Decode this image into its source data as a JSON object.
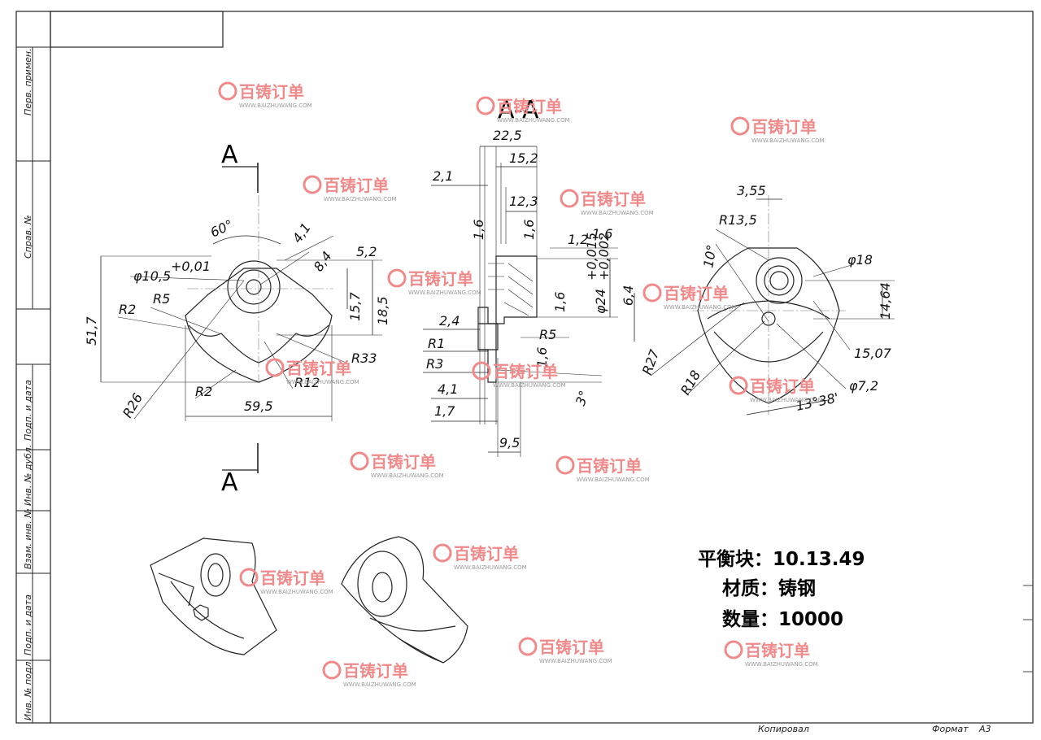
{
  "frame": {
    "side_labels": [
      "Перв. примен.",
      "Справ. №",
      "Подп. и дата",
      "Инв. № дубл.",
      "Взам. инв. №",
      "Подп. и дата",
      "Инв. № подл."
    ],
    "footer": {
      "copied": "Копировал",
      "format_label": "Формат",
      "format_value": "A3"
    }
  },
  "views": {
    "front_arrow_top": "A",
    "front_arrow_bottom": "A",
    "section_title": "A-A"
  },
  "dimensions": {
    "front": [
      "60°",
      "4,1",
      "8,4",
      "5,2",
      "φ10,5",
      "+0,01",
      "R5",
      "R2",
      "15,7",
      "18,5",
      "51,7",
      "R33",
      "R12",
      "R2",
      "59,5",
      "R26"
    ],
    "section": [
      "22,5",
      "15,2",
      "2,1",
      "12,3",
      "1,6",
      "1,6",
      "1,2",
      "1,6",
      "φ24",
      "+0,015",
      "+0,002",
      "1,6",
      "2,4",
      "R1",
      "R3",
      "R5",
      "1,6",
      "4,1",
      "1,7",
      "9,5",
      "3°",
      "6,4"
    ],
    "rear": [
      "3,55",
      "R13,5",
      "10°",
      "φ18",
      "14,64",
      "R27",
      "R18",
      "15,07",
      "φ7,2",
      "13°38'"
    ]
  },
  "notes": {
    "part": "平衡块：10.13.49",
    "material": "材质：铸钢",
    "quantity": "数量：10000"
  },
  "watermark": {
    "brand": "百铸订单",
    "url": "WWW.BAIZHUWANG.COM",
    "color": "#f08a8a"
  }
}
